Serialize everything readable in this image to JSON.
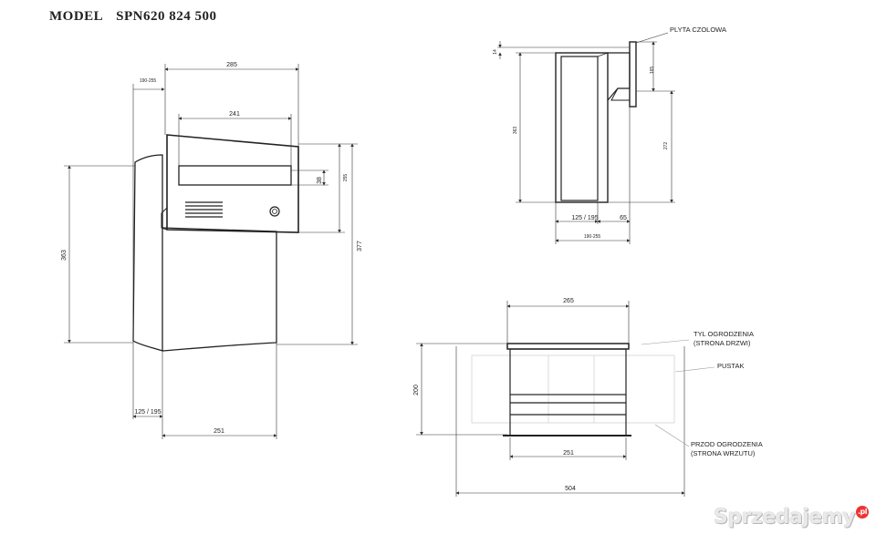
{
  "title": {
    "model_label": "MODEL",
    "model_code": "SPN620 824 500"
  },
  "front_view": {
    "dims": {
      "top_width": "285",
      "slot_width": "241",
      "side_range": "190-255",
      "slot_height": "38",
      "front_height": "255",
      "total_height": "377",
      "body_height": "363",
      "depth": "125 / 195",
      "bottom_width": "251"
    }
  },
  "side_view": {
    "label": "PLYTA CZOLOWA",
    "dims": {
      "top_offset": "14",
      "flange": "165",
      "height": "363",
      "lower": "272",
      "depth": "125 / 195",
      "flange_depth": "65",
      "range": "190-255"
    }
  },
  "top_view": {
    "dims": {
      "width": "265",
      "depth": "200",
      "inner_width": "251",
      "total_width": "504"
    },
    "callouts": {
      "back_line1": "TYL OGRODZENIA",
      "back_line2": "(STRONA DRZWI)",
      "block": "PUSTAK",
      "front_line1": "PRZOD OGRODZENIA",
      "front_line2": "(STRONA WRZUTU)"
    }
  },
  "watermark": {
    "text": "Sprzedajemy",
    "suffix": ".pl"
  }
}
